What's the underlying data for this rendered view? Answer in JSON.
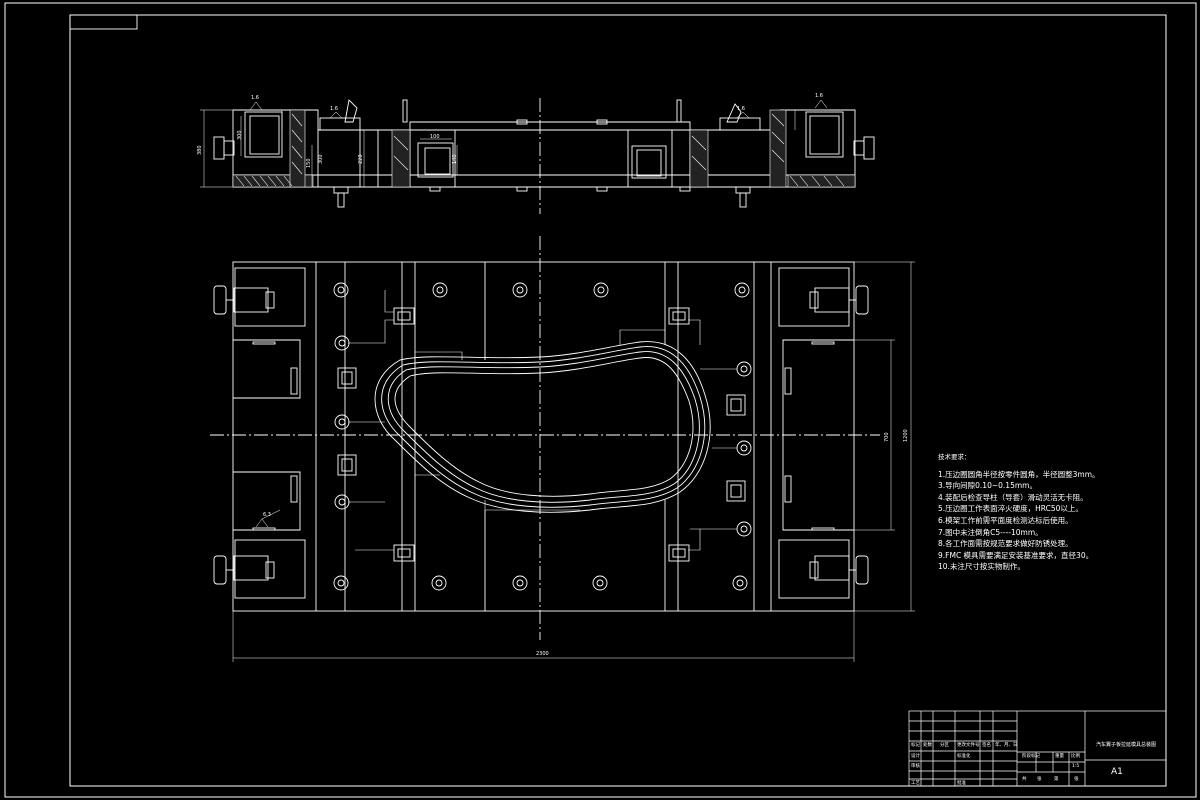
{
  "drawing": {
    "dimensions": {
      "overall_width": "2300",
      "overall_height": "1200",
      "inner_height": "700",
      "top_height": "380",
      "top_slot": "100",
      "top_h1": "300",
      "top_h2": "150",
      "top_h3": "220",
      "top_h4": "140",
      "top_h5": "300"
    },
    "roughness": {
      "r1": "1.6",
      "r2": "1.6",
      "r3": "1.6",
      "r4": "6.3",
      "r5": "1.6"
    },
    "notes": {
      "title": "技术要求：",
      "items": [
        "1.压边圈圆角半径按零件圆角，半径圆整3mm。",
        "3.导向间隙0.10~0.15mm。",
        "4.装配后检查导柱（导套）滑动灵活无卡阻。",
        "5.压边圈工作表面淬火硬度，HRC50以上。",
        "6.模架工作前需平面度检测达标后使用。",
        "7.图中未注倒角C5----10mm。",
        "8.各工作面需按规范要求做好防锈处理。",
        "9.FMC 模具需要满足安装基准要求，直径30。",
        "10.未注尺寸按实物制作。"
      ]
    },
    "title_block": {
      "drawing_title": "汽车翼子板拉延模具总装图",
      "labels": [
        "标记",
        "处数",
        "分区",
        "更改文件号",
        "签名",
        "年、月、日"
      ],
      "rows": [
        "设计",
        "标准化",
        "审核",
        "工艺",
        "批准"
      ],
      "stage": "阶段标记",
      "weight": "重量",
      "scale": "比例",
      "scale_value": "1:5",
      "sheet_info": [
        "共",
        "张",
        "第",
        "张"
      ],
      "sheet_size": "A1"
    }
  }
}
